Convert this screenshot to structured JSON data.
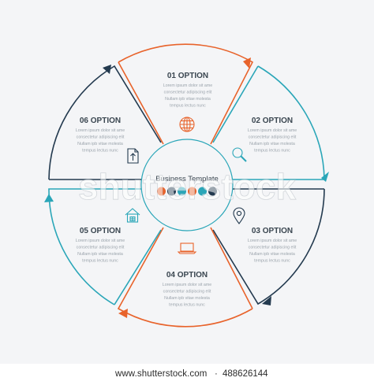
{
  "diagram": {
    "center_title": "Business Template",
    "watermark": "shutterstock",
    "colors": {
      "orange": "#e8632b",
      "teal": "#2aa6b8",
      "navy": "#233a4f",
      "body_text": "#9aa3ab",
      "heading_text": "#3a4650",
      "background": "#f4f5f7"
    },
    "dots": [
      "#e8632b",
      "#233a4f",
      "#2aa6b8",
      "#e8632b",
      "#2aa6b8",
      "#233a4f"
    ],
    "options": [
      {
        "title": "01 OPTION",
        "icon": "globe-icon",
        "color": "orange",
        "lines": [
          "Lorem ipsum dolor sit ame",
          "consectetur adipiscing elit",
          "Nullam ipb vitae molesta",
          "tempus lectus nunc"
        ]
      },
      {
        "title": "02 OPTION",
        "icon": "magnifier-icon",
        "color": "teal",
        "lines": [
          "Lorem ipsum dolor sit ame",
          "consectetur adipiscing elit",
          "Nullam ipb vitae molesta",
          "tempus lectus nunc"
        ]
      },
      {
        "title": "03 OPTION",
        "icon": "map-pin-icon",
        "color": "navy",
        "lines": [
          "Lorem ipsum dolor sit ame",
          "consectetur adipiscing elit",
          "Nullam ipb vitae molesta",
          "tempus lectus nunc"
        ]
      },
      {
        "title": "04 OPTION",
        "icon": "laptop-icon",
        "color": "orange",
        "lines": [
          "Lorem ipsum dolor sit ame",
          "consectetur adipiscing elit",
          "Nullam ipb vitae molesta",
          "tempus lectus nunc"
        ]
      },
      {
        "title": "05 OPTION",
        "icon": "house-icon",
        "color": "teal",
        "lines": [
          "Lorem ipsum dolor sit ame",
          "consectetur adipiscing elit",
          "Nullam ipb vitae molesta",
          "tempus lectus nunc"
        ]
      },
      {
        "title": "06 OPTION",
        "icon": "document-upload-icon",
        "color": "navy",
        "lines": [
          "Lorem ipsum dolor sit ame",
          "consectetur adipiscing elit",
          "Nullam ipb vitae molesta",
          "tempus lectus nunc"
        ]
      }
    ]
  },
  "footer": {
    "url": "www.shutterstock.com",
    "separator": "·",
    "image_id": "488626144"
  }
}
